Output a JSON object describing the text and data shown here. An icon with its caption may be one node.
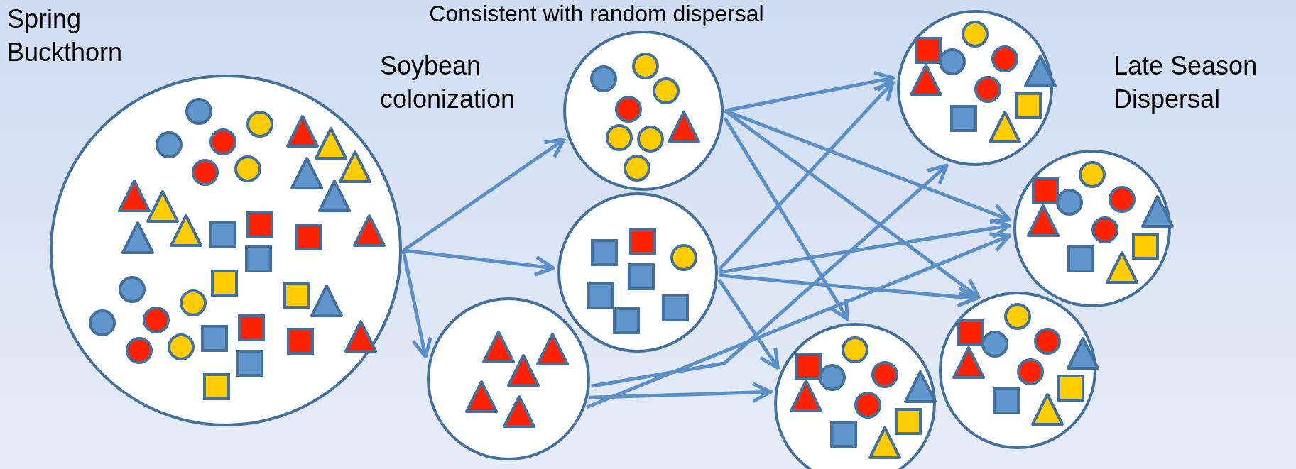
{
  "diagram": {
    "title": "Consistent with random dispersal",
    "nodes": [
      {
        "text": [],
        "shape": "circle",
        "beside": [
          "Spring Buckthorn"
        ]
      },
      {
        "text": [],
        "shape": "circle"
      },
      {
        "text": [],
        "shape": "circle"
      },
      {
        "text": [],
        "shape": "circle"
      },
      {
        "text": [],
        "shape": "circle"
      },
      {
        "text": [],
        "shape": "circle"
      },
      {
        "text": [],
        "shape": "circle"
      },
      {
        "text": [],
        "shape": "circle"
      }
    ],
    "edges": [
      {
        "from": 0,
        "to": 1,
        "arrow": "to"
      },
      {
        "from": 0,
        "to": 2,
        "arrow": "to"
      },
      {
        "from": 0,
        "to": 3,
        "arrow": "to"
      },
      {
        "from": 1,
        "to": 4,
        "arrow": "to"
      },
      {
        "from": 1,
        "to": 5,
        "arrow": "to"
      },
      {
        "from": 1,
        "to": 6,
        "arrow": "to"
      },
      {
        "from": 1,
        "to": 7,
        "arrow": "to"
      },
      {
        "from": 2,
        "to": 4,
        "arrow": "to"
      },
      {
        "from": 2,
        "to": 5,
        "arrow": "to"
      },
      {
        "from": 2,
        "to": 6,
        "arrow": "to"
      },
      {
        "from": 2,
        "to": 7,
        "arrow": "to"
      },
      {
        "from": 3,
        "to": 4,
        "arrow": "to"
      },
      {
        "from": 3,
        "to": 5,
        "arrow": "to"
      },
      {
        "from": 3,
        "to": 7,
        "arrow": "to"
      }
    ],
    "labels": [
      "Soybean colonization",
      "Late Season Dispersal"
    ]
  }
}
